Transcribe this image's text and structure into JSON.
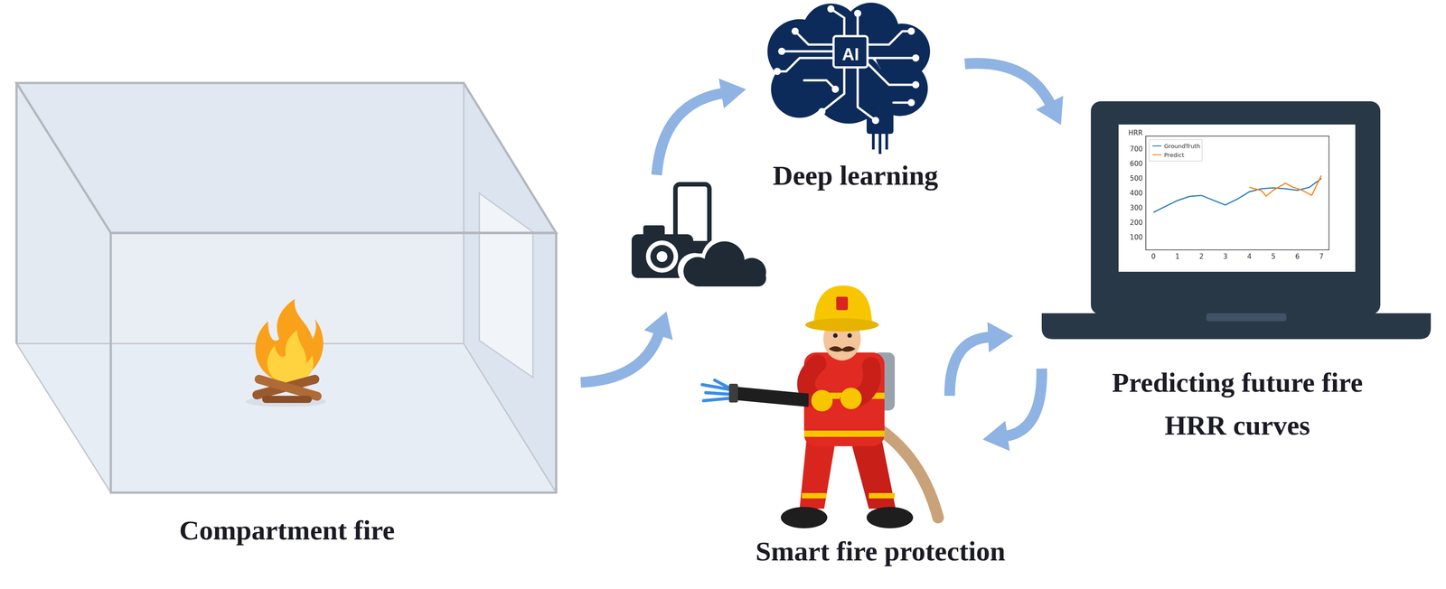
{
  "diagram": {
    "nodes": [
      {
        "text": [
          "Compartment fire"
        ]
      },
      {
        "text": [
          "AI",
          "Deep learning"
        ]
      },
      {
        "text": [
          "Predicting future fire HRR curves"
        ]
      },
      {
        "text": [
          "Smart fire protection"
        ]
      }
    ],
    "edges": [
      {
        "from": 0,
        "to": 1,
        "arrow": "to"
      },
      {
        "from": 1,
        "to": 2,
        "arrow": "to"
      },
      {
        "from": 2,
        "to": 3,
        "arrow": "to"
      },
      {
        "from": 3,
        "to": 2,
        "arrow": "to"
      }
    ],
    "labels": [
      "HRR",
      "700",
      "600",
      "500",
      "400",
      "300",
      "200",
      "100",
      "0",
      "1",
      "2",
      "3",
      "4",
      "5",
      "6",
      "7"
    ],
    "legend": [
      {
        "text": "GroundTruth"
      },
      {
        "text": "Predict"
      }
    ]
  }
}
